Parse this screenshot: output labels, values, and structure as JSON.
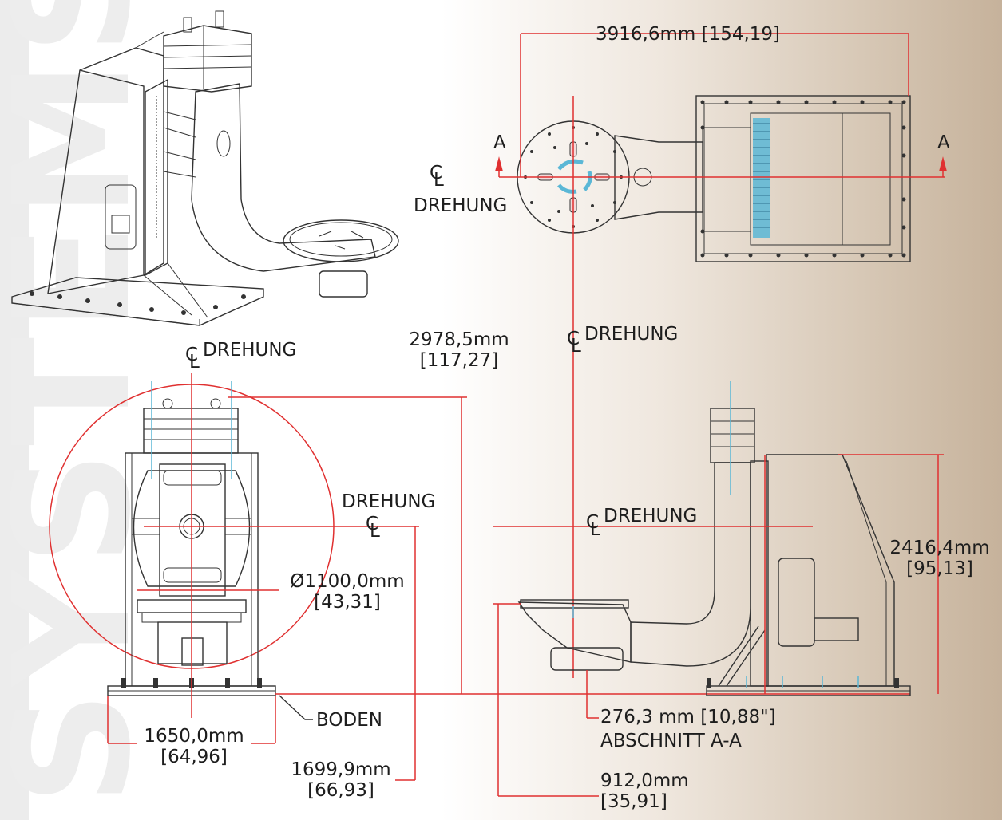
{
  "watermark": {
    "text": "SYSTEMS, INC"
  },
  "colors": {
    "dimension_red": "#e03030",
    "linework": "#333333",
    "accent_blue": "#5ab7d6",
    "background_right": "#c6b29b"
  },
  "labels": {
    "top_width_dim": "3916,6mm [154,19]",
    "section_a_left": "A",
    "section_a_right": "A",
    "cl_symbol": "C",
    "cl_sub": "L",
    "drehung": "DREHUNG",
    "height_dim_mm": "2978,5mm",
    "height_dim_in": "[117,27]",
    "diameter_mm": "Ø1100,0mm",
    "diameter_in": "[43,31]",
    "base_width_mm": "1650,0mm",
    "base_width_in": "[64,96]",
    "center_height_mm": "1699,9mm",
    "center_height_in": "[66,93]",
    "boden": "BODEN",
    "offset_dim": "276,3 mm [10,88\"]",
    "section_title": "ABSCHNITT A-A",
    "table_height_mm": "912,0mm",
    "table_height_in": "[35,91]",
    "side_height_mm": "2416,4mm",
    "side_height_in": "[95,13]"
  }
}
